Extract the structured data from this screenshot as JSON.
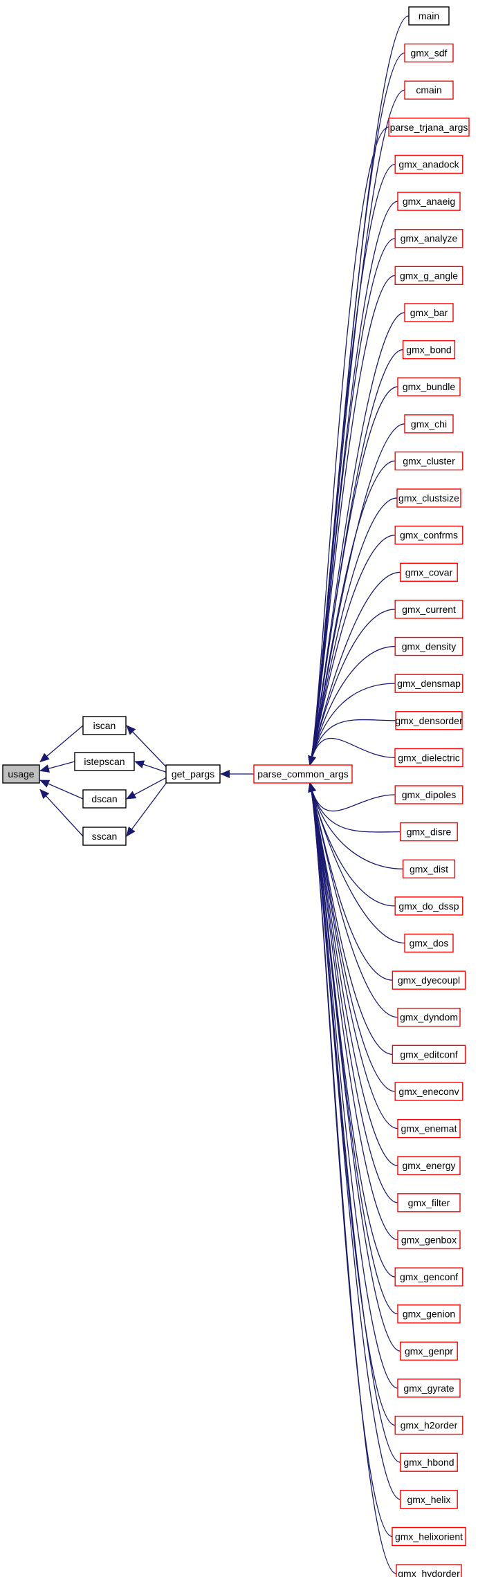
{
  "graph": {
    "colors": {
      "edge": "#191970",
      "highlight_fill": "#bfbfbf",
      "normal_border": "#000000",
      "truncated_border": "#ff0000",
      "background": "#ffffff"
    },
    "focus_node": "usage",
    "left_nodes": [
      "iscan",
      "istepscan",
      "dscan",
      "sscan"
    ],
    "middle_node": "get_pargs",
    "hub_node": "parse_common_args",
    "callers": [
      {
        "label": "main",
        "truncated": false
      },
      {
        "label": "gmx_sdf",
        "truncated": true
      },
      {
        "label": "cmain",
        "truncated": true
      },
      {
        "label": "parse_trjana_args",
        "truncated": true
      },
      {
        "label": "gmx_anadock",
        "truncated": true
      },
      {
        "label": "gmx_anaeig",
        "truncated": true
      },
      {
        "label": "gmx_analyze",
        "truncated": true
      },
      {
        "label": "gmx_g_angle",
        "truncated": true
      },
      {
        "label": "gmx_bar",
        "truncated": true
      },
      {
        "label": "gmx_bond",
        "truncated": true
      },
      {
        "label": "gmx_bundle",
        "truncated": true
      },
      {
        "label": "gmx_chi",
        "truncated": true
      },
      {
        "label": "gmx_cluster",
        "truncated": true
      },
      {
        "label": "gmx_clustsize",
        "truncated": true
      },
      {
        "label": "gmx_confrms",
        "truncated": true
      },
      {
        "label": "gmx_covar",
        "truncated": true
      },
      {
        "label": "gmx_current",
        "truncated": true
      },
      {
        "label": "gmx_density",
        "truncated": true
      },
      {
        "label": "gmx_densmap",
        "truncated": true
      },
      {
        "label": "gmx_densorder",
        "truncated": true
      },
      {
        "label": "gmx_dielectric",
        "truncated": true
      },
      {
        "label": "gmx_dipoles",
        "truncated": true
      },
      {
        "label": "gmx_disre",
        "truncated": true
      },
      {
        "label": "gmx_dist",
        "truncated": true
      },
      {
        "label": "gmx_do_dssp",
        "truncated": true
      },
      {
        "label": "gmx_dos",
        "truncated": true
      },
      {
        "label": "gmx_dyecoupl",
        "truncated": true
      },
      {
        "label": "gmx_dyndom",
        "truncated": true
      },
      {
        "label": "gmx_editconf",
        "truncated": true
      },
      {
        "label": "gmx_eneconv",
        "truncated": true
      },
      {
        "label": "gmx_enemat",
        "truncated": true
      },
      {
        "label": "gmx_energy",
        "truncated": true
      },
      {
        "label": "gmx_filter",
        "truncated": true
      },
      {
        "label": "gmx_genbox",
        "truncated": true
      },
      {
        "label": "gmx_genconf",
        "truncated": true
      },
      {
        "label": "gmx_genion",
        "truncated": true
      },
      {
        "label": "gmx_genpr",
        "truncated": true
      },
      {
        "label": "gmx_gyrate",
        "truncated": true
      },
      {
        "label": "gmx_h2order",
        "truncated": true
      },
      {
        "label": "gmx_hbond",
        "truncated": true
      },
      {
        "label": "gmx_helix",
        "truncated": true
      },
      {
        "label": "gmx_helixorient",
        "truncated": true
      },
      {
        "label": "gmx_hydorder",
        "truncated": true
      }
    ]
  }
}
